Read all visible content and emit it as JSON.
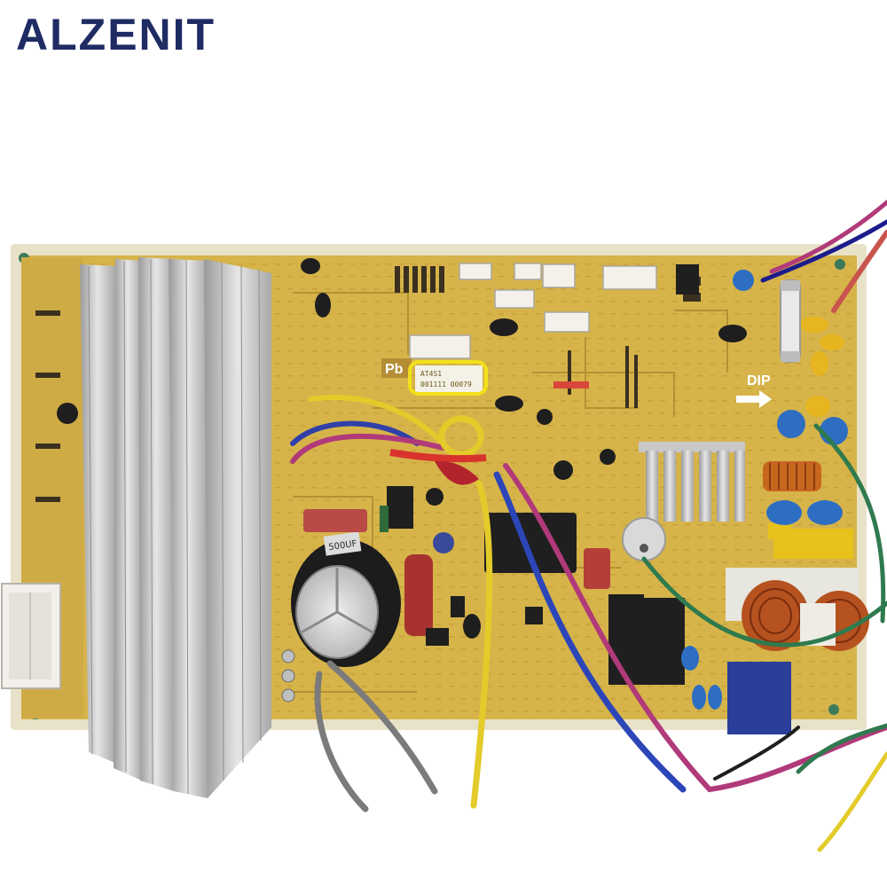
{
  "brand": {
    "name": "ALZENIT",
    "color": "#1f2b63"
  },
  "board": {
    "pb_mark": "Pb",
    "dip_label": "DIP",
    "sticker_line1": "AT4S1",
    "sticker_line2": "001111  00079",
    "capacitor_print": "500UF"
  },
  "colors": {
    "pcb": "#d6b44a",
    "heatsink": "#c9c9c9",
    "highlight_ring": "#f2e11a",
    "wire_yellow": "#e3cb2a",
    "wire_blue": "#2c46b8",
    "wire_magenta": "#b13a7a",
    "wire_green": "#2f7a4e",
    "wire_gray": "#7b7b7b"
  },
  "icons": [
    "dip-arrow-icon"
  ]
}
